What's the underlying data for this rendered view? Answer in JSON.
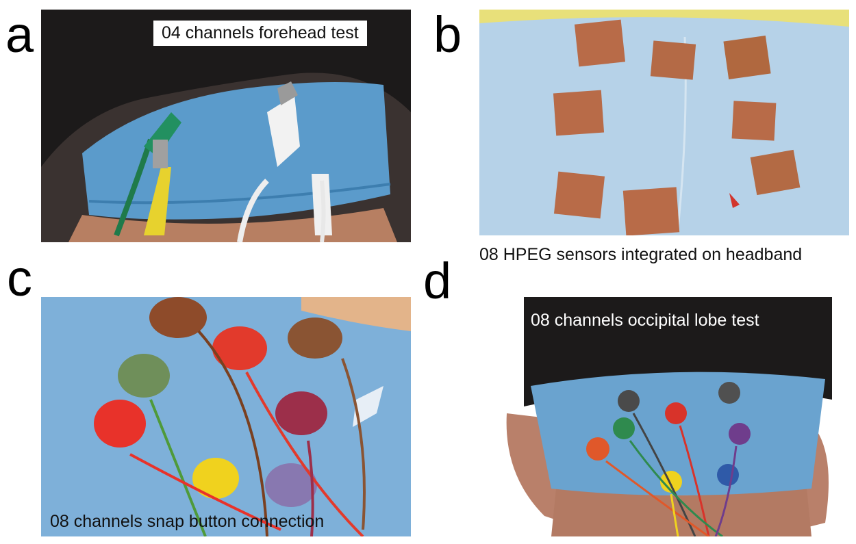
{
  "panels": [
    {
      "letter": "a",
      "caption": "04 channels forehead test"
    },
    {
      "letter": "b",
      "caption": "08 HPEG sensors integrated on headband"
    },
    {
      "letter": "c",
      "caption": "08 channels snap button connection"
    },
    {
      "letter": "d",
      "caption": "08 channels occipital lobe test"
    }
  ],
  "colors": {
    "headband": "#6aa3cf",
    "hair": "#1c1a1a",
    "skin": "#c08a6a",
    "copper": "#b86b48"
  }
}
